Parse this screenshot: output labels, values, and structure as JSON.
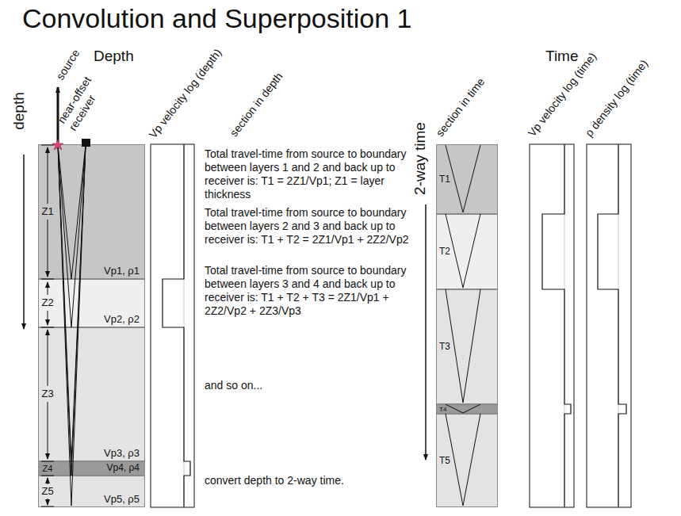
{
  "diagram": {
    "title": "Convolution and Superposition 1",
    "nodes": [
      {
        "text": [
          "Vp1, ρ1"
        ]
      },
      {
        "text": [
          "Vp2, ρ2"
        ]
      },
      {
        "text": [
          "Vp3, ρ3"
        ]
      },
      {
        "text": [
          "Vp4, ρ4"
        ]
      },
      {
        "text": [
          "Vp5, ρ5"
        ]
      },
      {
        "text": [
          "T1"
        ]
      },
      {
        "text": [
          "T2"
        ]
      },
      {
        "text": [
          "T3"
        ]
      },
      {
        "text": [
          "T4"
        ]
      },
      {
        "text": [
          "T5"
        ]
      }
    ],
    "labels": [
      "Depth",
      "Time",
      "source",
      "near-offset receiver",
      "Vp velocity log (depth)",
      "section in depth",
      "section in time",
      "Vp velocity log (time)",
      "ρ density log (time)",
      "depth",
      "2-way time",
      "Z1",
      "Z2",
      "Z3",
      "Z4",
      "Z5",
      "Total travel-time from source to boundary between layers 1 and 2 and back up to receiver is: T1 = 2Z1/Vp1; Z1 = layer thickness",
      "Total travel-time from source to boundary between layers 2 and 3 and back up to receiver is: T1 + T2 = 2Z1/Vp1 + 2Z2/Vp2",
      "Total travel-time from source to boundary between layers 3 and 4 and back up to receiver is: T1 + T2 + T3 = 2Z1/Vp1 + 2Z2/Vp2 + 2Z3/Vp3",
      "and so on...",
      "convert depth to 2-way time."
    ]
  }
}
